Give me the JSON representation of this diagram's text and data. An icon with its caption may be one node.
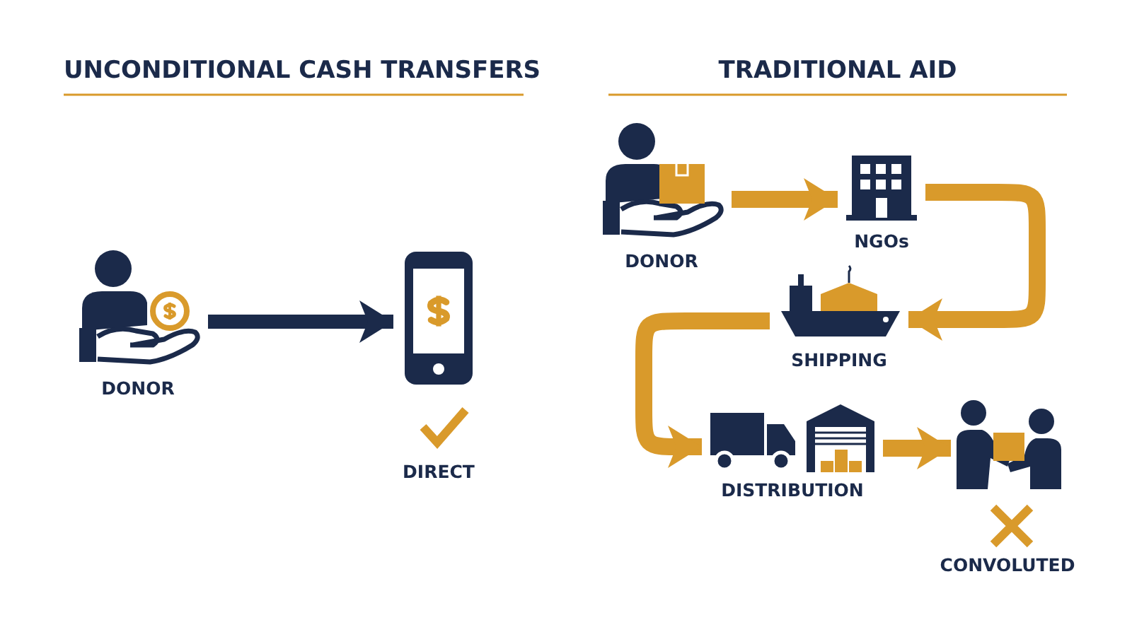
{
  "diagram": {
    "title": "UNCONDITIONAL CASH TRANSFERS",
    "nodes": [
      {
        "text": [
          "DONOR"
        ]
      },
      {
        "text": [],
        "shape": "picture"
      },
      {
        "text": [
          "DONOR"
        ]
      },
      {
        "text": [
          "NGOs"
        ]
      },
      {
        "text": [
          "SHIPPING"
        ]
      },
      {
        "text": [
          "DISTRIBUTION"
        ]
      },
      {
        "text": [],
        "shape": "picture"
      }
    ],
    "edges": [
      {
        "from": 0,
        "to": 1,
        "arrow": "to",
        "color": "#1b2a4a"
      },
      {
        "from": 2,
        "to": 3,
        "arrow": "to"
      },
      {
        "from": 3,
        "to": 4,
        "arrow": "to"
      },
      {
        "from": 4,
        "to": 5,
        "arrow": "to"
      },
      {
        "from": 5,
        "to": 6,
        "arrow": "to"
      }
    ],
    "labels": [
      "TRADITIONAL AID",
      "DIRECT",
      "CONVOLUTED"
    ]
  }
}
